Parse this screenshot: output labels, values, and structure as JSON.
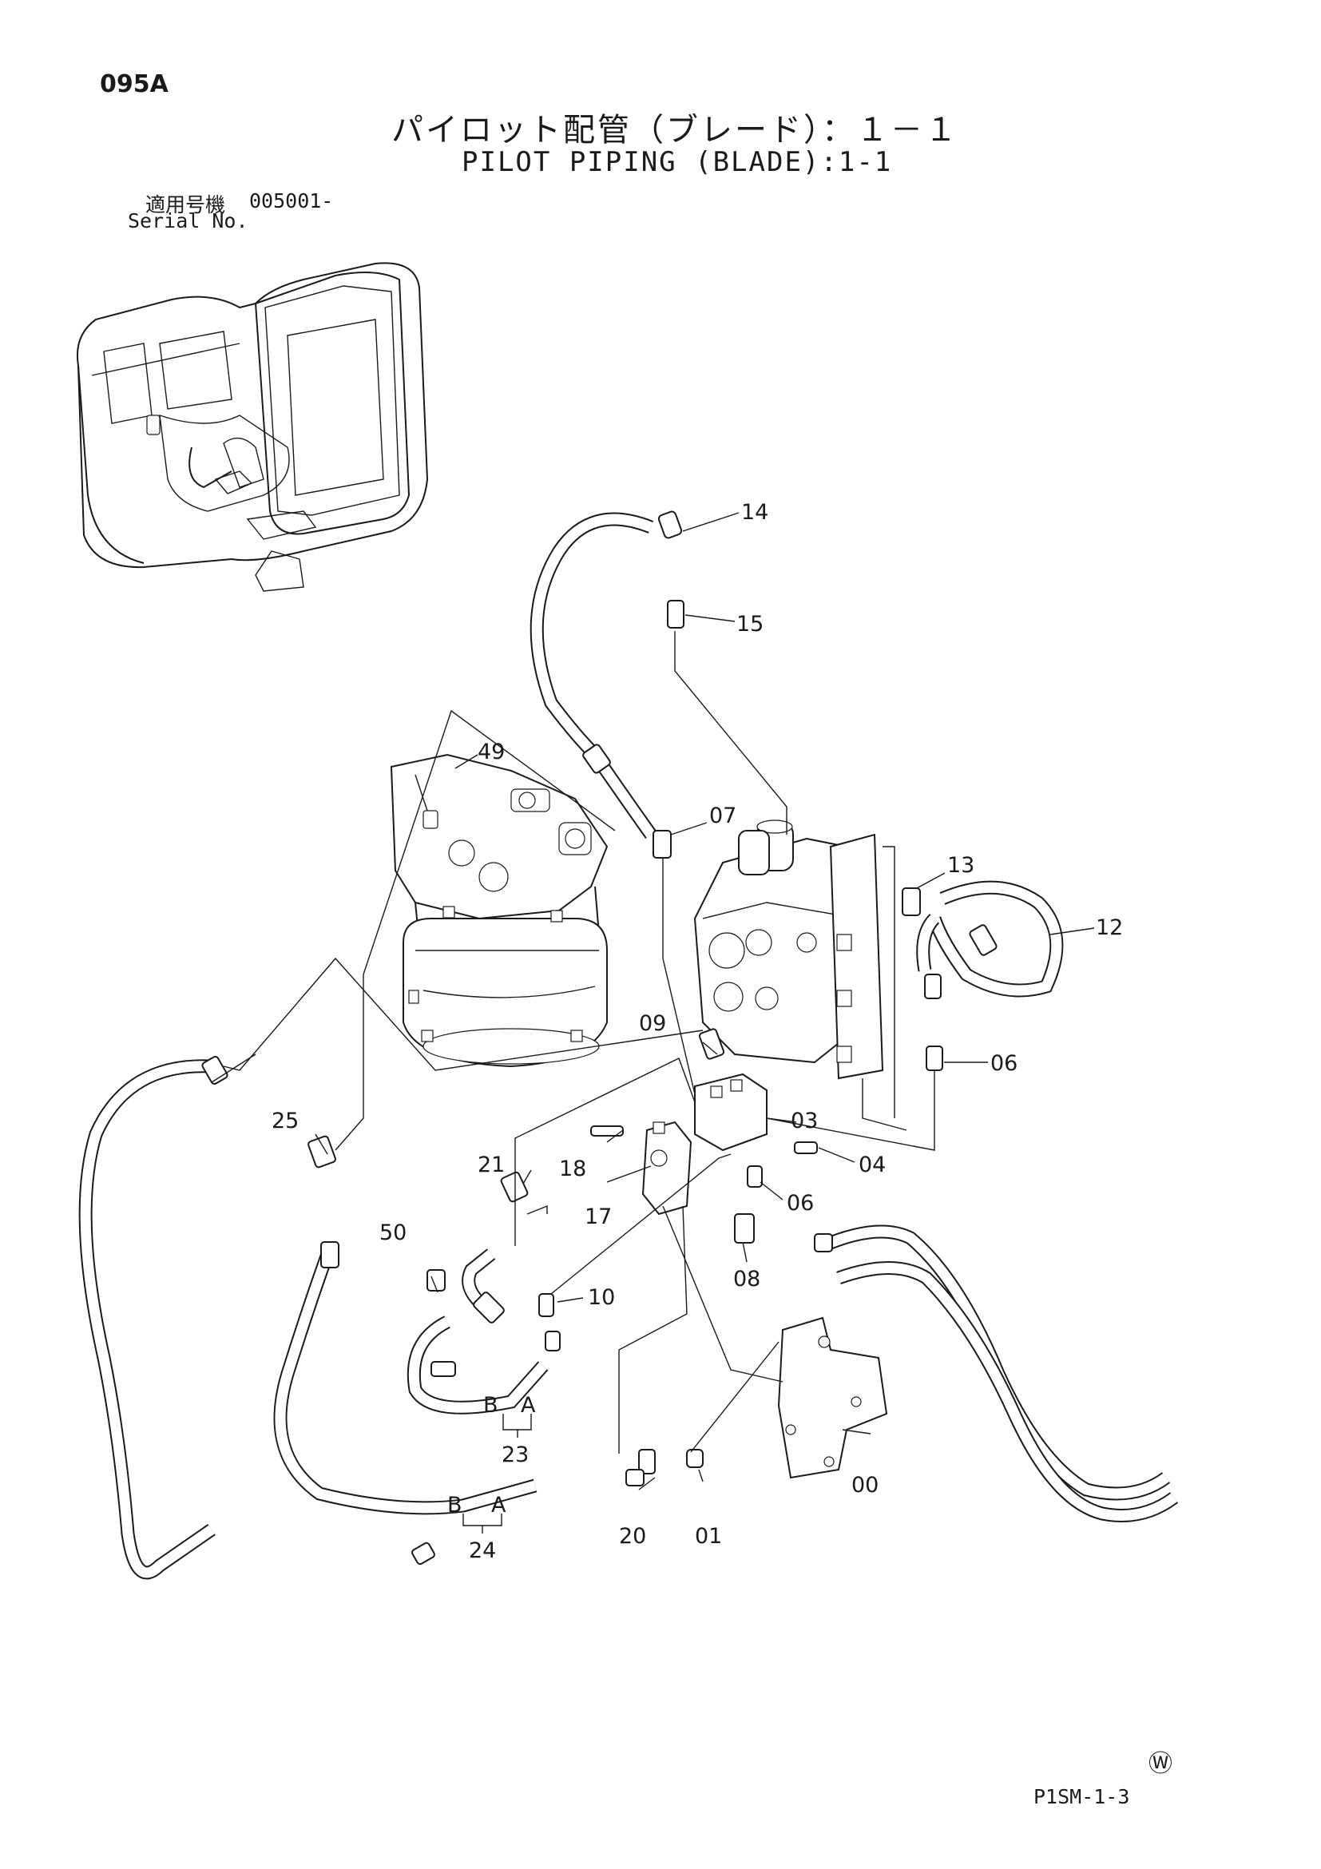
{
  "header": {
    "page_code": "095A",
    "title_jp": "パイロット配管（ブレード）：１－１",
    "title_en": "PILOT PIPING (BLADE):1-1",
    "serial_label_jp": "適用号機",
    "serial_value": "005001-",
    "serial_label_en": "Serial No."
  },
  "footer": {
    "doc_code": "P1SM-1-3",
    "mark": "Ⓦ"
  },
  "callouts": {
    "c14": "14",
    "c15": "15",
    "c49": "49",
    "c07": "07",
    "c13": "13",
    "c12": "12",
    "c09": "09",
    "c06a": "06",
    "c03": "03",
    "c04": "04",
    "c06b": "06",
    "c25": "25",
    "c18": "18",
    "c21": "21",
    "c17": "17",
    "c50": "50",
    "c10": "10",
    "c08": "08",
    "c00": "00",
    "c20": "20",
    "c01": "01",
    "c23": "23",
    "c24": "24",
    "a23": "A",
    "b23": "B",
    "a24": "A",
    "b24": "B"
  }
}
